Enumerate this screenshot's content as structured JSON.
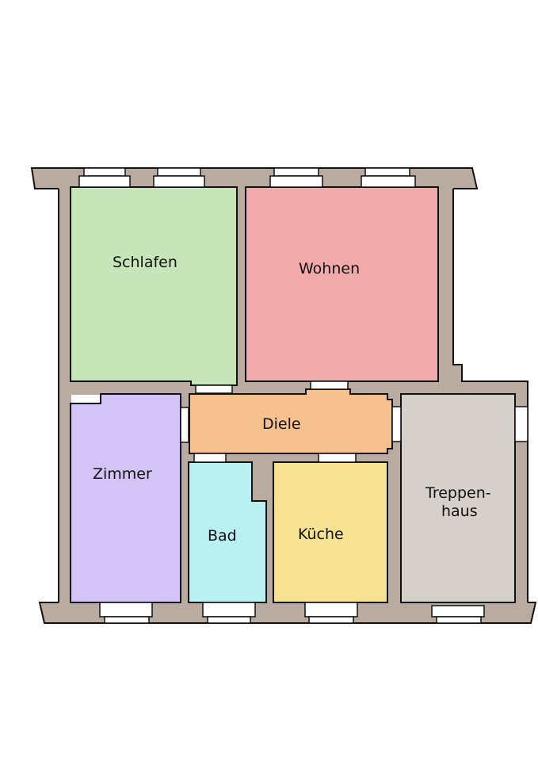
{
  "colors": {
    "wall": "#b9aba0",
    "outline": "#111111",
    "opening": "#ffffff"
  },
  "rooms": {
    "schlafen": {
      "label": "Schlafen",
      "color": "#c6e6b9"
    },
    "wohnen": {
      "label": "Wohnen",
      "color": "#f2a9a9"
    },
    "zimmer": {
      "label": "Zimmer",
      "color": "#d3c3f7"
    },
    "diele": {
      "label": "Diele",
      "color": "#f6c08f"
    },
    "bad": {
      "label": "Bad",
      "color": "#b9f1f3"
    },
    "kueche": {
      "label": "Küche",
      "color": "#f6e290"
    },
    "treppenhaus": {
      "label_line1": "Treppen-",
      "label_line2": "haus",
      "color": "#d6d0ca"
    }
  }
}
